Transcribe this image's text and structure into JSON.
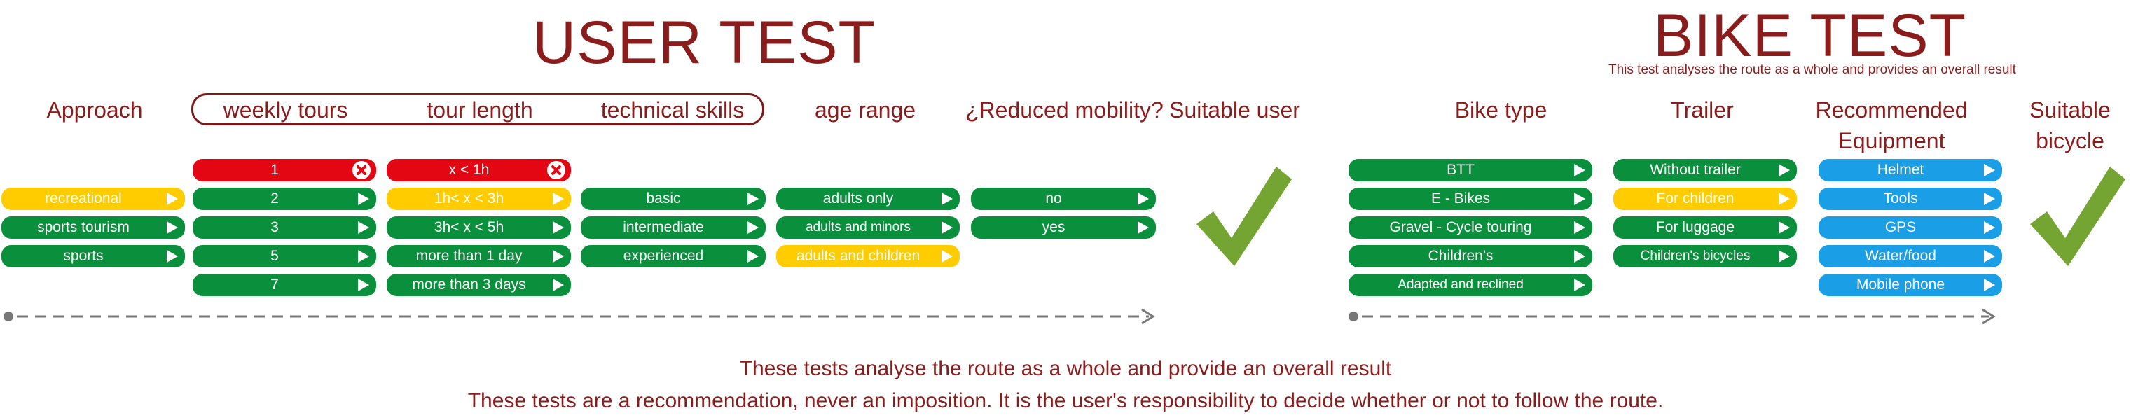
{
  "colors": {
    "title": "#8b1c1c",
    "green": "#0a8f3c",
    "yellow": "#ffcc00",
    "red": "#e30613",
    "blue": "#1a9ee6",
    "check": "#74a533",
    "arrow_line": "#777777"
  },
  "user_test": {
    "title": "USER TEST",
    "headers": {
      "approach": "Approach",
      "weekly_tours": "weekly tours",
      "tour_length": "tour length",
      "technical_skills": "technical skills",
      "age_range": "age range",
      "reduced_mobility": "¿Reduced mobility?",
      "suitable_user": "Suitable user"
    },
    "approach": [
      {
        "label": "recreational",
        "color": "yellow",
        "icon": "arrow-right-icon"
      },
      {
        "label": "sports tourism",
        "color": "green",
        "icon": "arrow-right-icon"
      },
      {
        "label": "sports",
        "color": "green",
        "icon": "arrow-right-icon"
      }
    ],
    "weekly_tours": [
      {
        "label": "1",
        "color": "red",
        "icon": "x-icon"
      },
      {
        "label": "2",
        "color": "green",
        "icon": "arrow-right-icon"
      },
      {
        "label": "3",
        "color": "green",
        "icon": "arrow-right-icon"
      },
      {
        "label": "5",
        "color": "green",
        "icon": "arrow-right-icon"
      },
      {
        "label": "7",
        "color": "green",
        "icon": "arrow-right-icon"
      }
    ],
    "tour_length": [
      {
        "label": "x < 1h",
        "color": "red",
        "icon": "x-icon"
      },
      {
        "label": "1h< x < 3h",
        "color": "yellow",
        "icon": "arrow-right-icon"
      },
      {
        "label": "3h< x < 5h",
        "color": "green",
        "icon": "arrow-right-icon"
      },
      {
        "label": "more than 1 day",
        "color": "green",
        "icon": "arrow-right-icon"
      },
      {
        "label": "more than 3 days",
        "color": "green",
        "icon": "arrow-right-icon"
      }
    ],
    "technical_skills": [
      {
        "label": "basic",
        "color": "green",
        "icon": "arrow-right-icon"
      },
      {
        "label": "intermediate",
        "color": "green",
        "icon": "arrow-right-icon"
      },
      {
        "label": "experienced",
        "color": "green",
        "icon": "arrow-right-icon"
      }
    ],
    "age_range": [
      {
        "label": "adults only",
        "color": "green",
        "icon": "arrow-right-icon"
      },
      {
        "label": "adults and minors",
        "color": "green",
        "icon": "arrow-right-icon"
      },
      {
        "label": "adults and children",
        "color": "yellow",
        "icon": "arrow-right-icon"
      }
    ],
    "reduced_mobility": [
      {
        "label": "no",
        "color": "green",
        "icon": "arrow-right-icon"
      },
      {
        "label": "yes",
        "color": "green",
        "icon": "arrow-right-icon"
      }
    ],
    "result_icon": "check-icon"
  },
  "bike_test": {
    "title": "BIKE TEST",
    "subtitle": "This test analyses the route as a whole and provides an overall result",
    "headers": {
      "bike_type": "Bike type",
      "trailer": "Trailer",
      "equipment": "Recommended Equipment",
      "suitable_bicycle": "Suitable bicycle"
    },
    "bike_type": [
      {
        "label": "BTT",
        "color": "green",
        "icon": "arrow-right-icon"
      },
      {
        "label": "E - Bikes",
        "color": "green",
        "icon": "arrow-right-icon"
      },
      {
        "label": "Gravel - Cycle touring",
        "color": "green",
        "icon": "arrow-right-icon"
      },
      {
        "label": "Children's",
        "color": "green",
        "icon": "arrow-right-icon"
      },
      {
        "label": "Adapted and reclined",
        "color": "green",
        "icon": "arrow-right-icon"
      }
    ],
    "trailer": [
      {
        "label": "Without trailer",
        "color": "green",
        "icon": "arrow-right-icon"
      },
      {
        "label": "For children",
        "color": "yellow",
        "icon": "arrow-right-icon"
      },
      {
        "label": "For luggage",
        "color": "green",
        "icon": "arrow-right-icon"
      },
      {
        "label": "Children's bicycles",
        "color": "green",
        "icon": "arrow-right-icon"
      }
    ],
    "equipment": [
      {
        "label": "Helmet",
        "color": "blue",
        "icon": "arrow-right-icon"
      },
      {
        "label": "Tools",
        "color": "blue",
        "icon": "arrow-right-icon"
      },
      {
        "label": "GPS",
        "color": "blue",
        "icon": "arrow-right-icon"
      },
      {
        "label": "Water/food",
        "color": "blue",
        "icon": "arrow-right-icon"
      },
      {
        "label": "Mobile phone",
        "color": "blue",
        "icon": "arrow-right-icon"
      }
    ],
    "result_icon": "check-icon"
  },
  "footer": {
    "line1": "These tests analyse the route as a whole and provide an overall result",
    "line2": "These tests are a recommendation, never an imposition. It is the user's responsibility to decide whether or not to follow the route."
  }
}
